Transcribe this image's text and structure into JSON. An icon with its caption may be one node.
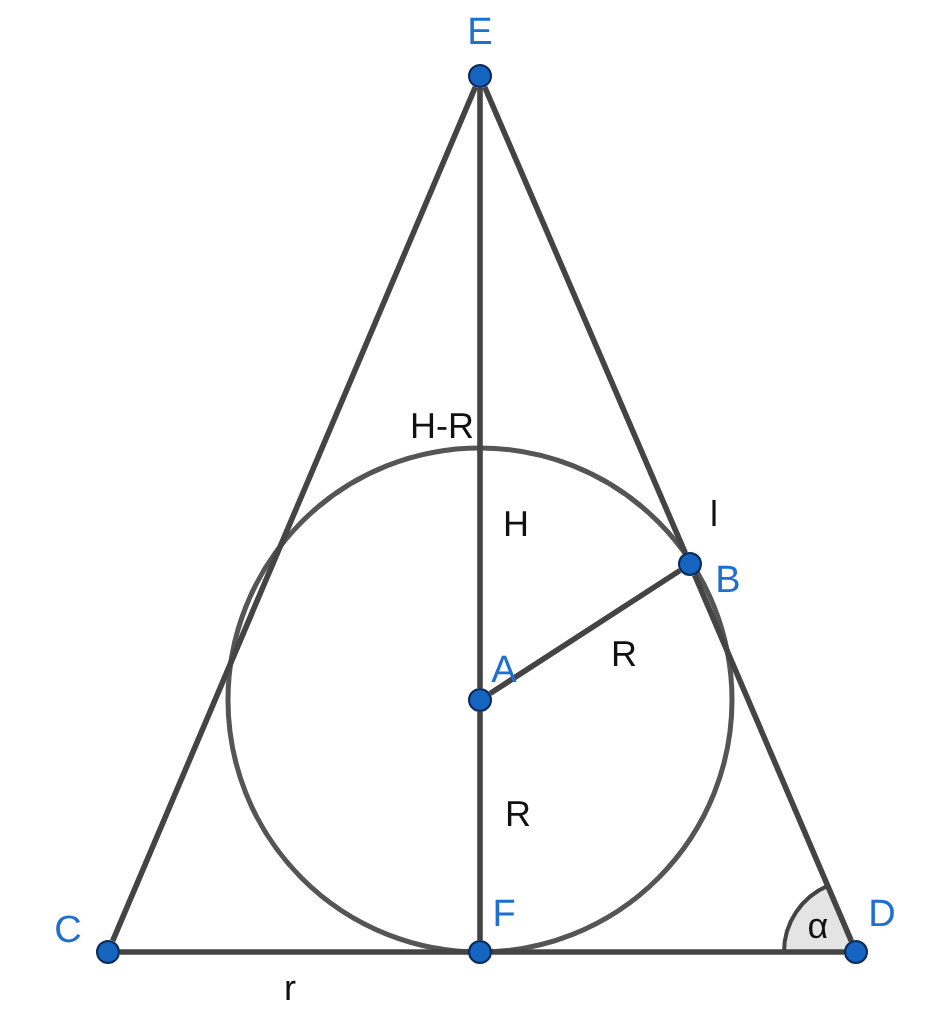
{
  "diagram": {
    "nodes": [
      {
        "text": [
          "E"
        ]
      },
      {
        "text": [
          "B"
        ]
      },
      {
        "text": [
          "A"
        ]
      },
      {
        "text": [
          "C"
        ]
      },
      {
        "text": [
          "F"
        ]
      },
      {
        "text": [
          "D"
        ]
      }
    ],
    "edges": [
      {
        "from": 0,
        "to": 2,
        "arrow": "none"
      },
      {
        "from": 0,
        "to": 3,
        "arrow": "none"
      },
      {
        "from": 0,
        "to": 1,
        "arrow": "none"
      },
      {
        "from": 2,
        "to": 1,
        "arrow": "none",
        "label": "R"
      },
      {
        "from": 1,
        "to": 5,
        "arrow": "none"
      },
      {
        "from": 2,
        "to": 4,
        "arrow": "none",
        "label": "R"
      },
      {
        "from": 3,
        "to": 4,
        "arrow": "none",
        "label": "r"
      },
      {
        "from": 4,
        "to": 5,
        "arrow": "none"
      }
    ],
    "labels": [
      "H-R",
      "l",
      "H",
      "α"
    ]
  }
}
